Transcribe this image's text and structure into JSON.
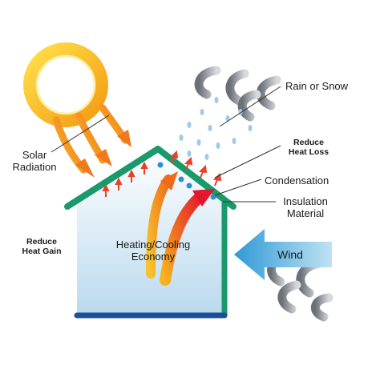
{
  "labels": {
    "solar": [
      "Solar",
      "Radiation"
    ],
    "rain_snow": "Rain or Snow",
    "reduce_heat_loss": [
      "Reduce",
      "Heat Loss"
    ],
    "condensation": "Condensation",
    "insulation": [
      "Insulation",
      "Material"
    ],
    "reduce_heat_gain": [
      "Reduce",
      "Heat Gain"
    ],
    "heating_cooling": [
      "Heating/Cooling",
      "Economy"
    ],
    "wind": "Wind"
  },
  "colors": {
    "sun_inner": "#ffd23a",
    "sun_outer": "#f7a21a",
    "arrow_orange": "#f28a1e",
    "arrow_red": "#e8182a",
    "house_outline": "#1a9a6a",
    "house_fill_top": "#ffffff",
    "house_fill_bottom": "#b9d9ee",
    "wind_arrow": "#3aa6dc",
    "rain_drops": "#9fcbe8",
    "clouds": "#8a8f96"
  }
}
